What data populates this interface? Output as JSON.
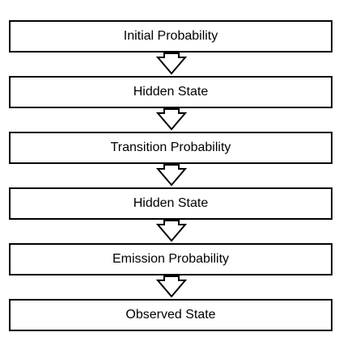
{
  "flowchart": {
    "steps": [
      {
        "label": "Initial Probability"
      },
      {
        "label": "Hidden State"
      },
      {
        "label": "Transition Probability"
      },
      {
        "label": "Hidden State"
      },
      {
        "label": "Emission Probability"
      },
      {
        "label": "Observed State"
      }
    ],
    "colors": {
      "border": "#000000",
      "background": "#ffffff",
      "text": "#000000"
    }
  }
}
